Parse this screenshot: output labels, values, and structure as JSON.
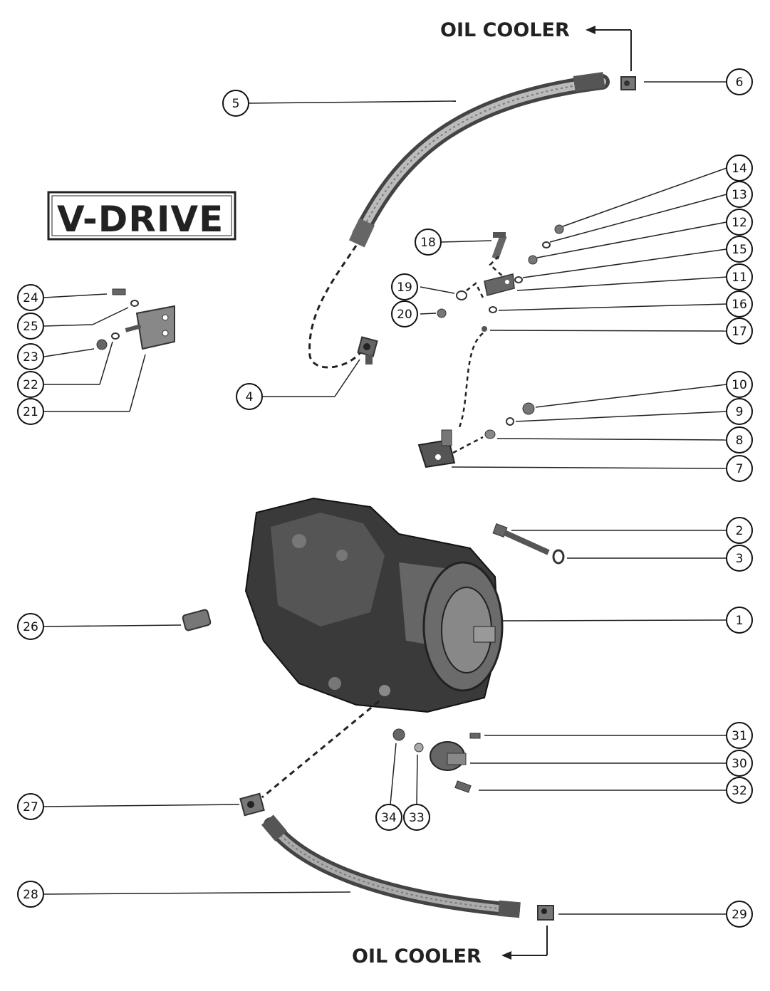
{
  "labels": {
    "top_oil_cooler": "OIL COOLER",
    "bottom_oil_cooler": "OIL COOLER",
    "title": "V-DRIVE"
  },
  "callouts": {
    "c1": "1",
    "c2": "2",
    "c3": "3",
    "c4": "4",
    "c5": "5",
    "c6": "6",
    "c7": "7",
    "c8": "8",
    "c9": "9",
    "c10": "10",
    "c11": "11",
    "c12": "12",
    "c13": "13",
    "c14": "14",
    "c15": "15",
    "c16": "16",
    "c17": "17",
    "c18": "18",
    "c19": "19",
    "c20": "20",
    "c21": "21",
    "c22": "22",
    "c23": "23",
    "c24": "24",
    "c25": "25",
    "c26": "26",
    "c27": "27",
    "c28": "28",
    "c29": "29",
    "c30": "30",
    "c31": "31",
    "c32": "32",
    "c33": "33",
    "c34": "34"
  }
}
